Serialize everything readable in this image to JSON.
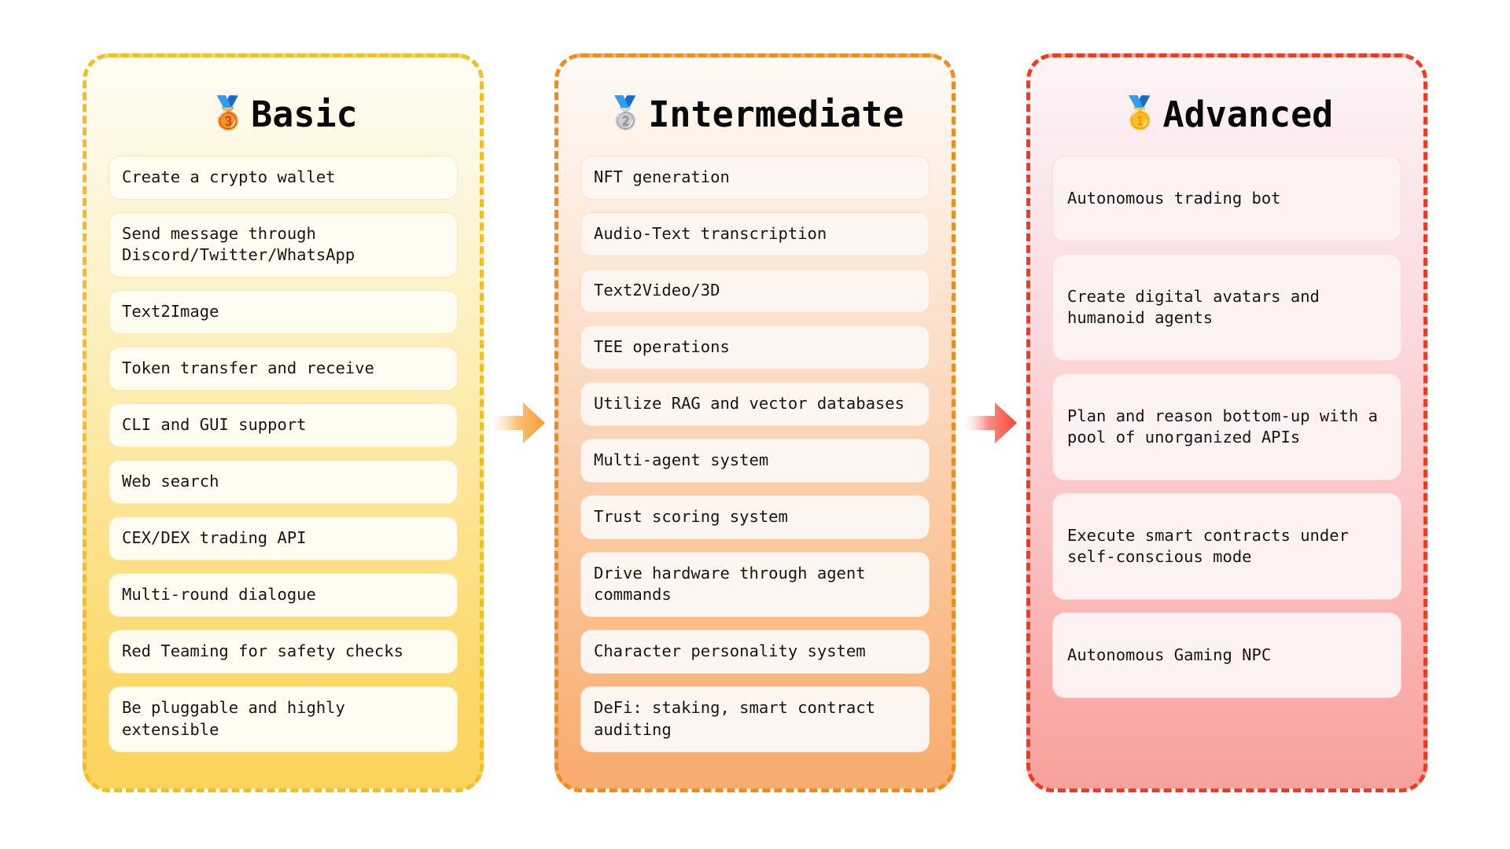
{
  "diagram": {
    "type": "three-tier capability roadmap",
    "columns": [
      {
        "id": "basic",
        "medal_icon": "🥉",
        "medal_name": "bronze-medal",
        "title": "Basic",
        "border_color": "#f3bd26",
        "items": [
          "Create a crypto wallet",
          "Send message through Discord/Twitter/WhatsApp",
          "Text2Image",
          "Token transfer and receive",
          "CLI and GUI support",
          "Web search",
          "CEX/DEX trading API",
          "Multi-round dialogue",
          "Red Teaming for safety checks",
          "Be pluggable and highly extensible"
        ]
      },
      {
        "id": "intermediate",
        "medal_icon": "🥈",
        "medal_name": "silver-medal",
        "title": "Intermediate",
        "border_color": "#f08c1a",
        "items": [
          "NFT generation",
          "Audio-Text transcription",
          "Text2Video/3D",
          "TEE operations",
          "Utilize RAG and vector databases",
          "Multi-agent system",
          "Trust scoring system",
          "Drive hardware through agent commands",
          "Character personality system",
          "DeFi: staking, smart contract auditing"
        ]
      },
      {
        "id": "advanced",
        "medal_icon": "🥇",
        "medal_name": "gold-medal",
        "title": "Advanced",
        "border_color": "#f23a22",
        "items": [
          "Autonomous trading bot",
          "Create digital avatars and humanoid agents",
          "Plan and reason bottom-up with a pool of unorganized APIs",
          "Execute smart contracts under self-conscious mode",
          "Autonomous Gaming NPC"
        ]
      }
    ],
    "arrows": [
      {
        "name": "arrow-basic-to-intermediate",
        "color": "#f7a23c"
      },
      {
        "name": "arrow-intermediate-to-advanced",
        "color": "#f8483c"
      }
    ]
  }
}
